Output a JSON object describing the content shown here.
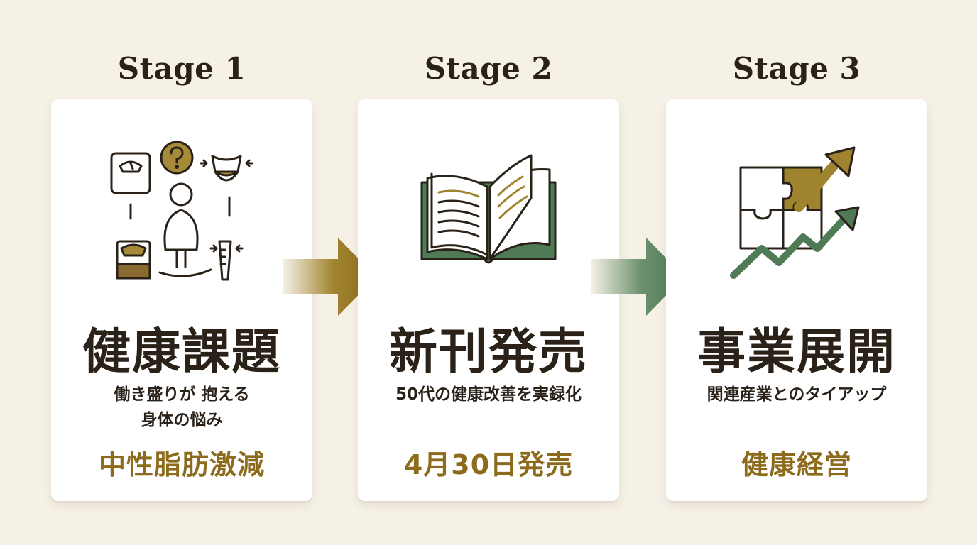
{
  "stages": [
    {
      "label": "Stage 1",
      "title": "健康課題",
      "desc_line1": "働き盛りが 抱える",
      "desc_line2": "身体の悩み",
      "key": "中性脂肪激減",
      "icon": "body-health-icon"
    },
    {
      "label": "Stage 2",
      "title": "新刊発売",
      "desc_line1": "50代の健康改善を実録化",
      "desc_line2": "",
      "key": "4月30日発売",
      "icon": "open-book-icon"
    },
    {
      "label": "Stage 3",
      "title": "事業展開",
      "desc_line1": "関連産業とのタイアップ",
      "desc_line2": "",
      "key": "健康経営",
      "icon": "puzzle-growth-icon"
    }
  ],
  "colors": {
    "background": "#f6f1e7",
    "gold": "#8c6c1c",
    "green": "#4f7a56",
    "dark": "#2a2118"
  }
}
